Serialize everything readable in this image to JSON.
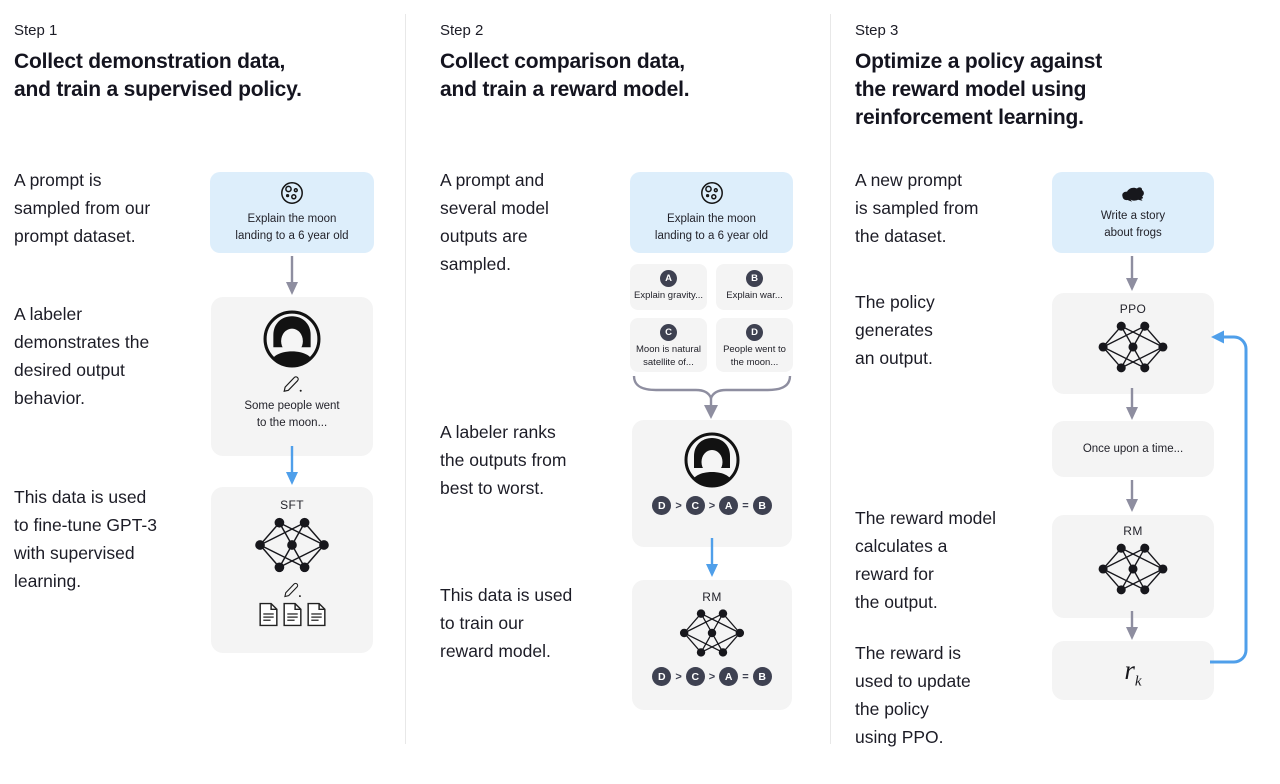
{
  "colors": {
    "prompt_box_bg": "#ddeefb",
    "model_box_bg": "#f4f4f4",
    "arrow_gray": "#8e8ea0",
    "arrow_blue": "#4f9fea",
    "badge_bg": "#3e4151",
    "text": "#1c1c26"
  },
  "step1": {
    "step": "Step 1",
    "heading": "Collect demonstration data,\nand train a supervised policy.",
    "text_prompt": "A prompt is\nsampled from our\nprompt dataset.",
    "text_labeler": "A labeler\ndemonstrates the\ndesired output\nbehavior.",
    "text_data": "This data is used\nto fine-tune GPT-3\nwith supervised\nlearning.",
    "prompt_box_text": "Explain the moon\nlanding to a 6 year old",
    "labeler_box_text": "Some people went\nto the moon...",
    "model_label": "SFT"
  },
  "step2": {
    "step": "Step 2",
    "heading": "Collect comparison data,\nand train a reward model.",
    "text_prompt": "A prompt and\nseveral model\noutputs are\nsampled.",
    "text_labeler": "A labeler ranks\nthe outputs from\nbest to worst.",
    "text_data": "This data is used\nto train our\nreward model.",
    "prompt_box_text": "Explain the moon\nlanding to a 6 year old",
    "outputs": [
      {
        "letter": "A",
        "text": "Explain gravity..."
      },
      {
        "letter": "B",
        "text": "Explain war..."
      },
      {
        "letter": "C",
        "text": "Moon is natural\nsatellite of..."
      },
      {
        "letter": "D",
        "text": "People went to\nthe moon..."
      }
    ],
    "rank": {
      "l1": "D",
      "s1": ">",
      "l2": "C",
      "s2": ">",
      "l3": "A",
      "s3": "=",
      "l4": "B"
    },
    "model_label": "RM"
  },
  "step3": {
    "step": "Step 3",
    "heading": "Optimize a policy against\nthe reward model using\nreinforcement learning.",
    "text_prompt": "A new prompt\nis sampled from\nthe dataset.",
    "text_policy": "The policy\ngenerates\nan output.",
    "text_reward": "The reward model\ncalculates a\nreward for\nthe output.",
    "text_update": "The reward is\nused to update\nthe policy\nusing PPO.",
    "prompt_box_text": "Write a story\nabout frogs",
    "policy_label": "PPO",
    "output_box_text": "Once upon a time...",
    "model_label": "RM",
    "reward": {
      "base": "r",
      "sub": "k"
    }
  }
}
